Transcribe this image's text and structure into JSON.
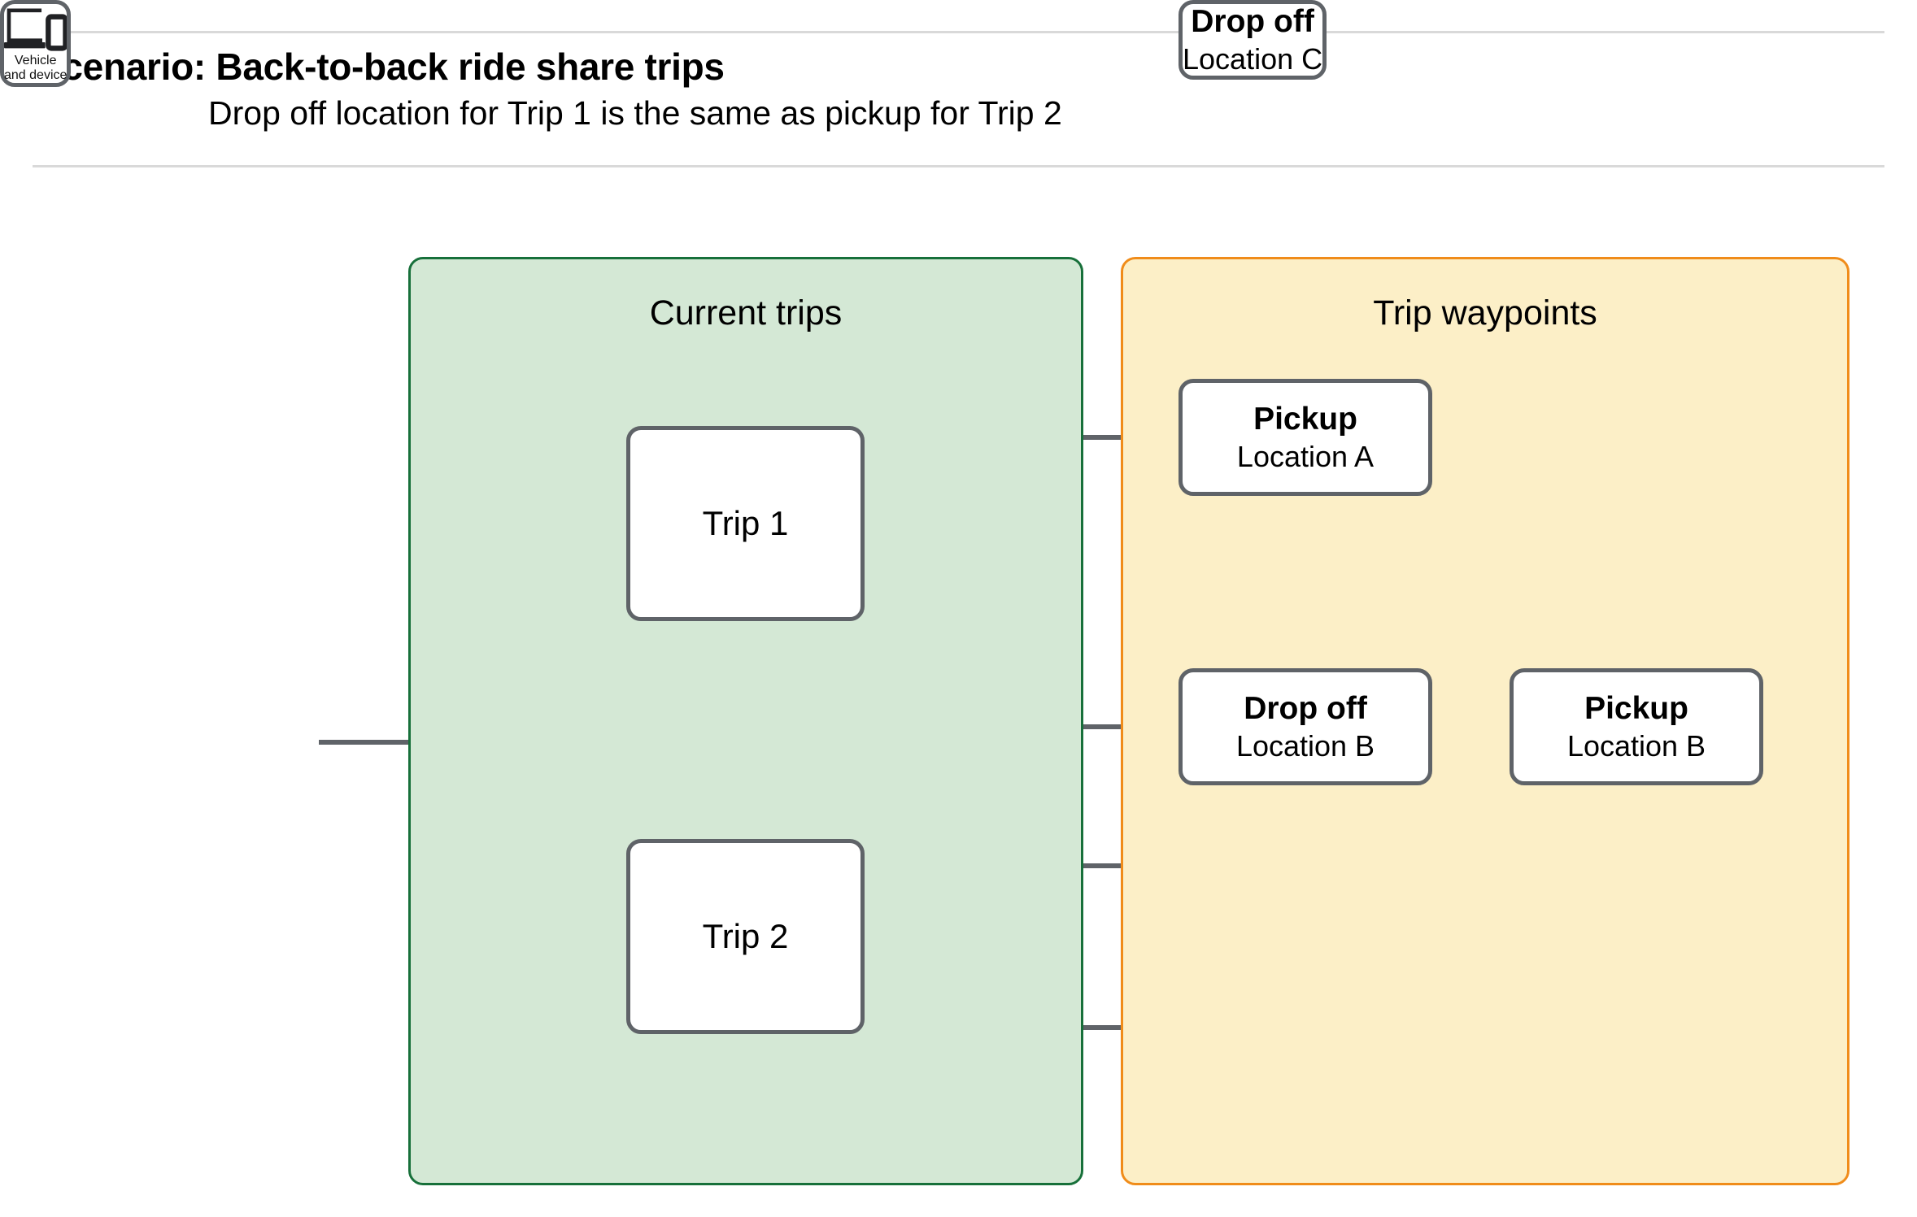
{
  "header": {
    "title": "Scenario: Back-to-back ride share trips",
    "subtitle": "Drop off  location for Trip 1 is the same as pickup for Trip 2"
  },
  "panels": {
    "current_trips": {
      "title": "Current trips",
      "fill": "#d4e8d5",
      "border": "#17703a"
    },
    "trip_waypoints": {
      "title": "Trip waypoints",
      "fill": "#fcefc7",
      "border": "#f08c1a"
    }
  },
  "vehicle": {
    "line1": "Vehicle",
    "line2": "and device",
    "icon": "devices-icon",
    "fill": "#e8f0fe",
    "border": "#1a5fc4"
  },
  "trips": [
    {
      "label": "Trip 1"
    },
    {
      "label": "Trip 2"
    }
  ],
  "waypoints": [
    {
      "type": "Pickup",
      "location": "Location A"
    },
    {
      "type": "Drop off",
      "location": "Location B"
    },
    {
      "type": "Pickup",
      "location": "Location B"
    },
    {
      "type": "Drop off",
      "location": "Location C"
    }
  ],
  "connector_color": "#5f6368"
}
